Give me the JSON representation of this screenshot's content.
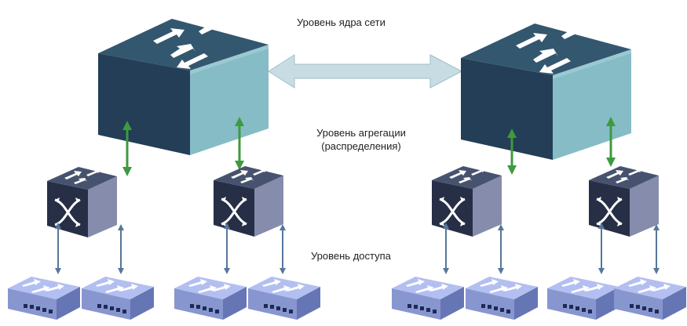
{
  "labels": {
    "core": "Уровень ядра сети",
    "aggregation_line1": "Уровень агрегации",
    "aggregation_line2": "(распределения)",
    "access": "Уровень доступа"
  },
  "colors": {
    "core_top": "#2e4f68",
    "core_front": "#233e56",
    "core_side": "#7fb6c0",
    "agg_top": "#3e4a66",
    "agg_front": "#262f46",
    "agg_side": "#7c84a6",
    "access_top": "#a9b6e8",
    "access_front": "#8593cc",
    "access_side": "#6a78b3",
    "uplink": "#3e9a3e",
    "downlink": "#55779a",
    "interlink": "#c7dde3"
  },
  "icons": {
    "core_switch": "core-switch-icon",
    "aggregation_switch": "aggregation-switch-icon",
    "access_switch": "access-switch-icon"
  }
}
